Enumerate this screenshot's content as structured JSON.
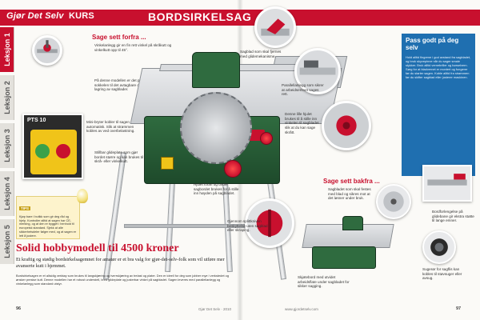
{
  "header": {
    "brand": "Gjør Det Selv",
    "brand_suffix": "KURS",
    "section_title": "BORDSIRKELSAG"
  },
  "tabs": [
    {
      "label": "Leksjon 1",
      "active": true
    },
    {
      "label": "Leksjon 2",
      "active": false
    },
    {
      "label": "Leksjon 3",
      "active": false
    },
    {
      "label": "Leksjon 4",
      "active": false
    },
    {
      "label": "Leksjon 5",
      "active": false
    }
  ],
  "left_page": {
    "front_heading": "Sage sett forfra ...",
    "captions": {
      "top_left": "Vinkelanlegg gir en fin rett vinkel på skråkutt og vinkelkutt opp til 45°.",
      "left_mid": "På denne modellen er det plass på sokkelen til det avtagbare og skjult lagring av sagblader.",
      "saw_guard": "Sagblad som skal fjernes med glidemekanisme.",
      "blade_height": "Gjennom splittkniven beskyttelse uten sagblad eller skraping.",
      "pts": "Mini-bryter kobler til sagen automatisk. Slik at strømmen kobles av ved overbelastning.",
      "depth": "Denne lille hjulet brukes til å stille inn vinkelen til sagbladet slik at du kan sage skrått.",
      "rip_fence": "Parallellanlegg som sikrer at arbeidsemnet sages rett.",
      "slider": "Stillbar glideplate som gjør bordet større og kan brukes til skrå- eller vinkelkutt.",
      "bottom_knob": "Hjulet foran og under sagbordet brukes for å stille inn høyden på sagbladet."
    },
    "pts_label": "PTS 10",
    "tips": {
      "title": "TIPS",
      "text": "Kjøp bare i butikk som gir deg råd og hjelp. Kontroller alltid at sagen har CE-merking, og at den er bygget i henhold til europeisk standard. Sjekk at alle sikkerhetsdeler følger med, og at sagen er lett å justere."
    },
    "main_title": "Solid hobbymodell til 4500 kroner",
    "main_deck": "Et kraftig og stødig bordsirkelsagemnet for amatør er et bra valg for gjør-det-selv-folk som vil utføre mer avanserte kutt i hjemmet.",
    "body": "Bordsirkelsagen er et allsidig verktøy som brukes til langskjæring og tverrskjæring av trelast og plater. Den er ideell for deg som jobber mye i verkstedet og ønsker presise kutt. Denne modellen har et robust understell, bred glideplate og justerbar vinkel på sagbladet. Sagen leveres med parallellanlegg og vinkelanlegg som standard utstyr."
  },
  "right_page": {
    "back_heading": "Sage sett bakfra ...",
    "sidebar": {
      "title": "Pass godt på deg selv",
      "text": "Hold alltid fingrene i god avstand fra sagbladet, og bruk skyvepinne når du sager smale stykker. Bruk alltid vernebriller og hørselvern. Sørg for at bladvernet er montert og fungerer før du starter sagen. Koble alltid fra strømmen før du skifter sagblad eller justerer maskinen."
    },
    "captions": {
      "right_top": "Sagbladet som skal festes med blad og sikres mot at det løsner under bruk.",
      "right_mid": "Bordforlengelse på glidebane gir ekstra støtte til lange emner.",
      "right_lower": "Sugerør for sagflis kan kobles til støvsuger eller avsug.",
      "right_bottom": "Skjøtebord med utvidet arbeidsflate under sagbladet for sikker sagging."
    }
  },
  "footer": {
    "left_folio": "96",
    "left_note": "Gjør Det Selv · 2010",
    "right_folio": "97",
    "right_note": "www.gjordetselv.com"
  },
  "colors": {
    "accent_red": "#c8102e",
    "machine_green": "#2f6b3f",
    "sidebar_blue": "#1f6fb0",
    "tips_yellow": "#fdf3cc"
  }
}
